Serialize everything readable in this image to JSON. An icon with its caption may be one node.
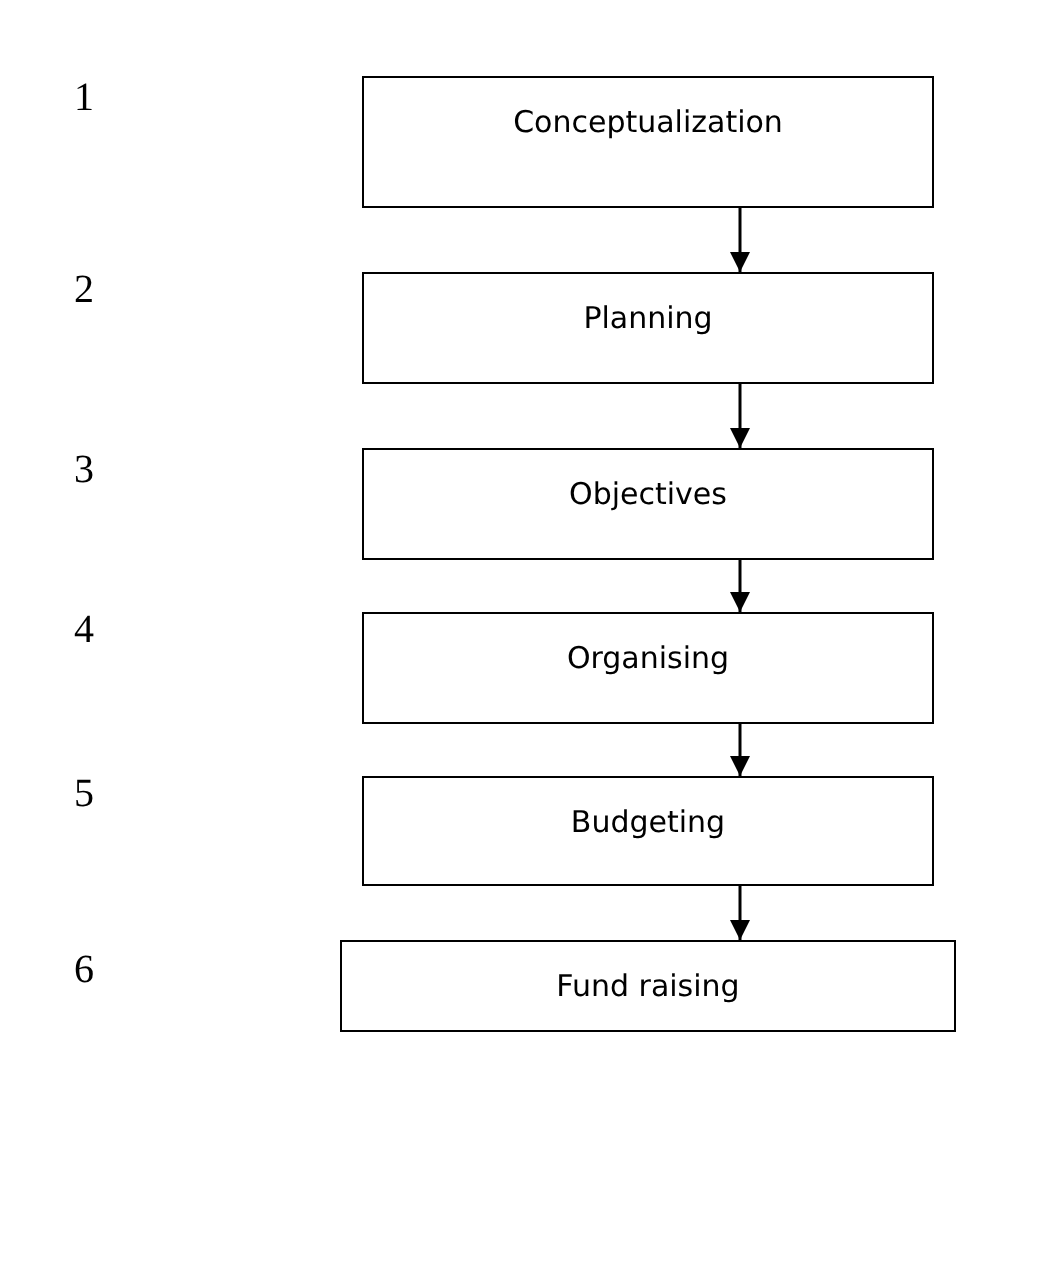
{
  "diagram": {
    "nodes": [
      {
        "text": [
          "Conceptualization"
        ]
      },
      {
        "text": [
          "Planning"
        ]
      },
      {
        "text": [
          "Objectives"
        ]
      },
      {
        "text": [
          "Organising"
        ]
      },
      {
        "text": [
          "Budgeting"
        ]
      },
      {
        "text": [
          "Fund raising"
        ]
      }
    ],
    "edges": [
      {
        "from": 0,
        "to": 1,
        "arrow": "to"
      },
      {
        "from": 1,
        "to": 2,
        "arrow": "to"
      },
      {
        "from": 2,
        "to": 3,
        "arrow": "to"
      },
      {
        "from": 3,
        "to": 4,
        "arrow": "to"
      },
      {
        "from": 4,
        "to": 5,
        "arrow": "to"
      }
    ],
    "labels": [
      "1",
      "2",
      "3",
      "4",
      "5",
      "6"
    ]
  }
}
